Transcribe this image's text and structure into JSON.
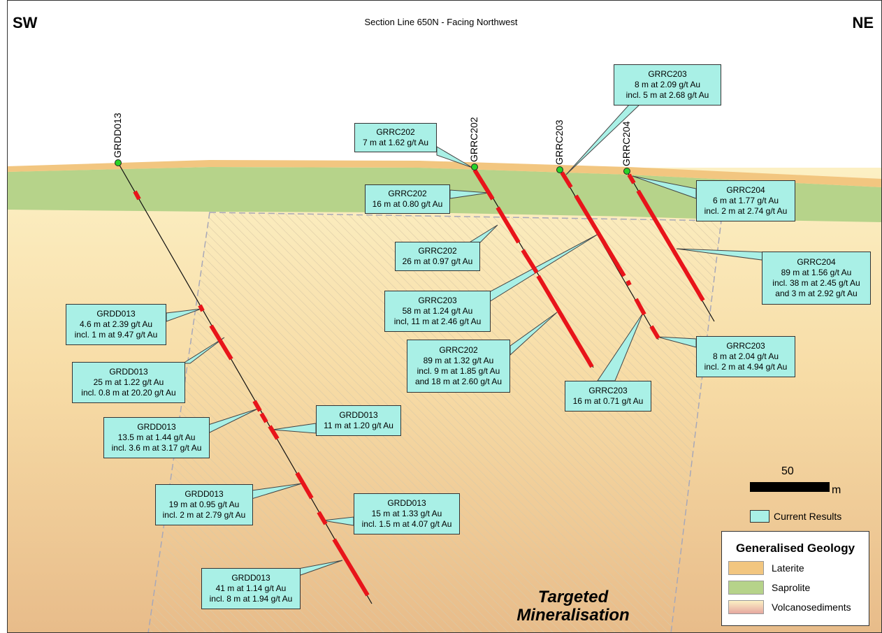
{
  "title": "Section Line 650N - Facing Northwest",
  "direction_left": "SW",
  "direction_right": "NE",
  "target_label": "Targeted Mineralisation",
  "scale": {
    "value": "50",
    "unit": "m"
  },
  "legend": {
    "current_results": "Current Results",
    "title": "Generalised Geology",
    "items": [
      {
        "label": "Laterite",
        "color": "#f2c680"
      },
      {
        "label": "Saprolite",
        "color": "#b6d38a"
      },
      {
        "label": "Volcanosediments",
        "color": "#f6d6a0"
      }
    ]
  },
  "colors": {
    "callout_fill": "#a9f0e6",
    "intercept": "#e8141a",
    "collar": "#28d228",
    "laterite": "#f2c680",
    "saprolite": "#b6d38a",
    "volcanosediments": "#f6d6a0"
  },
  "holes": [
    {
      "id": "GRDD013"
    },
    {
      "id": "GRRC202"
    },
    {
      "id": "GRRC203"
    },
    {
      "id": "GRRC204"
    }
  ],
  "callouts": [
    {
      "lines": [
        "GRRC203",
        "8 m at 2.09 g/t Au",
        "incl. 5 m at 2.68 g/t Au"
      ]
    },
    {
      "lines": [
        "GRRC202",
        "7 m at 1.62 g/t Au"
      ]
    },
    {
      "lines": [
        "GRRC202",
        "16 m at 0.80 g/t Au"
      ]
    },
    {
      "lines": [
        "GRRC204",
        "6 m at 1.77 g/t Au",
        "incl. 2 m at 2.74 g/t Au"
      ]
    },
    {
      "lines": [
        "GRRC202",
        "26 m at 0.97 g/t Au"
      ]
    },
    {
      "lines": [
        "GRRC204",
        "89 m at 1.56 g/t Au",
        "incl. 38 m at 2.45 g/t Au",
        "and 3 m at 2.92 g/t Au"
      ]
    },
    {
      "lines": [
        "GRRC203",
        "58 m at 1.24 g/t Au",
        "incl, 11 m at 2.46 g/t Au"
      ]
    },
    {
      "lines": [
        "GRDD013",
        "4.6 m at 2.39 g/t Au",
        "incl. 1 m at 9.47 g/t Au"
      ]
    },
    {
      "lines": [
        "GRRC202",
        "89 m at 1.32 g/t Au",
        "incl. 9 m at 1.85 g/t Au",
        "and 18 m at 2.60 g/t Au"
      ]
    },
    {
      "lines": [
        "GRRC203",
        "8 m at 2.04 g/t Au",
        "incl. 2 m at 4.94 g/t Au"
      ]
    },
    {
      "lines": [
        "GRDD013",
        "25 m at 1.22 g/t Au",
        "incl. 0.8 m at 20.20 g/t Au"
      ]
    },
    {
      "lines": [
        "GRRC203",
        "16 m at 0.71 g/t Au"
      ]
    },
    {
      "lines": [
        "GRDD013",
        "11 m at 1.20 g/t Au"
      ]
    },
    {
      "lines": [
        "GRDD013",
        "13.5 m at 1.44 g/t Au",
        "incl. 3.6 m at 3.17 g/t Au"
      ]
    },
    {
      "lines": [
        "GRDD013",
        "19 m at 0.95 g/t Au",
        "incl. 2 m at 2.79 g/t Au"
      ]
    },
    {
      "lines": [
        "GRDD013",
        "15 m at 1.33 g/t Au",
        "incl. 1.5 m at 4.07 g/t Au"
      ]
    },
    {
      "lines": [
        "GRDD013",
        "41 m at 1.14 g/t Au",
        "incl. 8 m at 1.94 g/t Au"
      ]
    }
  ]
}
